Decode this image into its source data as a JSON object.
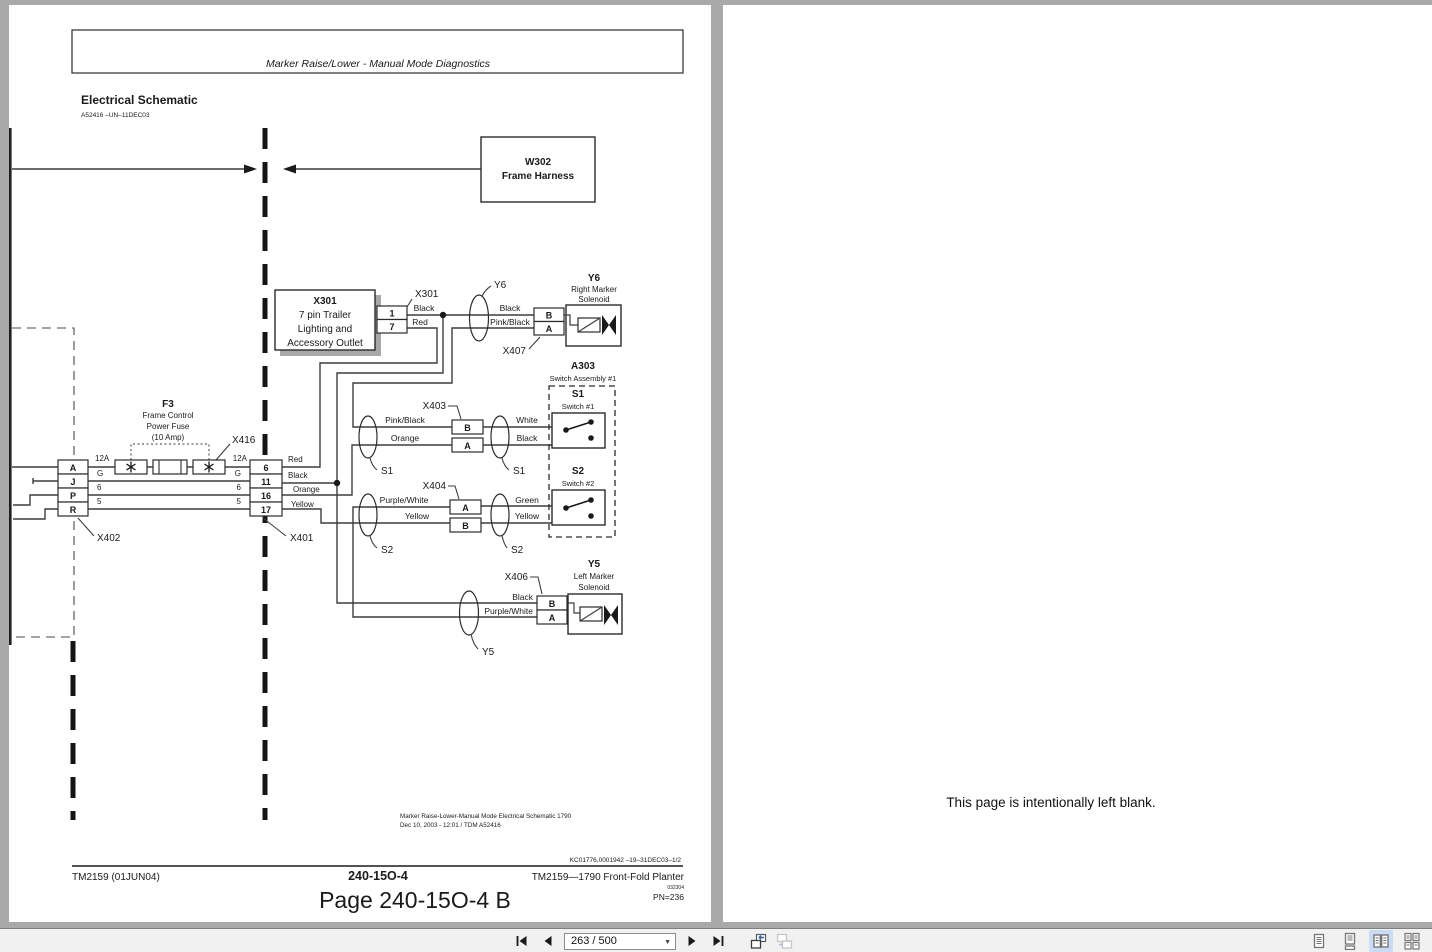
{
  "header": {
    "diag_title": "Marker Raise/Lower - Manual Mode Diagnostics",
    "section_title": "Electrical Schematic",
    "figure_ref": "A52416   –UN–11DEC03"
  },
  "schematic": {
    "w302": {
      "id": "W302",
      "name": "Frame Harness"
    },
    "x301": {
      "callout": "X301",
      "title": "X301",
      "line1": "7 pin Trailer",
      "line2": "Lighting and",
      "line3": "Accessory Outlet",
      "pin1": "1",
      "pin7": "7",
      "wire_pin1": "Black",
      "wire_pin7": "Red"
    },
    "y6": {
      "id": "Y6",
      "name1": "Right Marker",
      "name2": "Solenoid",
      "oval_label": "Y6",
      "conn_callout": "X407",
      "pinB": "B",
      "pinA": "A",
      "wireB": "Black",
      "wireA": "Pink/Black"
    },
    "a303": {
      "id": "A303",
      "name": "Switch Assembly #1"
    },
    "s1": {
      "id": "S1",
      "name": "Switch #1",
      "conn_callout": "X403",
      "pinB": "B",
      "pinA": "A",
      "wire_left_b": "Pink/Black",
      "wire_left_a": "Orange",
      "wire_right_b": "White",
      "wire_right_a": "Black",
      "oval_left": "S1",
      "oval_right": "S1"
    },
    "s2": {
      "id": "S2",
      "name": "Switch #2",
      "conn_callout": "X404",
      "pinA": "A",
      "pinB": "B",
      "wire_left_a": "Purple/White",
      "wire_left_b": "Yellow",
      "wire_right_a": "Green",
      "wire_right_b": "Yellow",
      "oval_left": "S2",
      "oval_right": "S2"
    },
    "y5": {
      "id": "Y5",
      "name1": "Left Marker",
      "name2": "Solenoid",
      "oval_label": "Y5",
      "conn_callout": "X406",
      "pinB": "B",
      "pinA": "A",
      "wireB": "Black",
      "wireA": "Purple/White"
    },
    "f3": {
      "id": "F3",
      "name1": "Frame Control",
      "name2": "Power Fuse",
      "name3": "(10 Amp)",
      "conn_callout": "X416"
    },
    "x402": {
      "callout": "X402",
      "pins": [
        "A",
        "J",
        "P",
        "R"
      ],
      "wires": [
        "12A",
        "G",
        "6",
        "5"
      ]
    },
    "x401": {
      "callout": "X401",
      "pins": [
        "6",
        "11",
        "16",
        "17"
      ],
      "wires_in": [
        "12A",
        "G",
        "6",
        "5"
      ],
      "wires_out": [
        "Red",
        "Black",
        "Orange",
        "Yellow"
      ]
    },
    "caption1": "Marker Raise-Lower-Manual Mode Electrical Schematic 1790",
    "caption2": "Dec 10, 2003 - 12:01 / TDM  A52416"
  },
  "footer": {
    "doc_code": "KC01776,0001942   –19–31DEC03–1/2",
    "manual": "TM2159 (01JUN04)",
    "section_page": "240-15O-4",
    "manual_title": "TM2159—1790 Front-Fold Planter",
    "print_code": "032304",
    "pn": "PN=236",
    "page_label": "Page 240-15O-4 B"
  },
  "right_page": {
    "blank_text": "This page is intentionally left blank."
  },
  "toolbar": {
    "page_field": "263 / 500",
    "nav_icons": [
      "first-page",
      "previous-page",
      "next-page",
      "last-page",
      "previous-view",
      "next-view"
    ],
    "view_mode_icons": [
      "single-page",
      "continuous",
      "two-page",
      "two-page-continuous"
    ],
    "selected_view_mode": "two-page"
  },
  "colors": {
    "viewer_background": "#a9a9a9",
    "toolbar_background": "#f1f1f1",
    "selected_view_bg": "#c9dcf4",
    "view_arrow_blue": "#2e6db4"
  }
}
